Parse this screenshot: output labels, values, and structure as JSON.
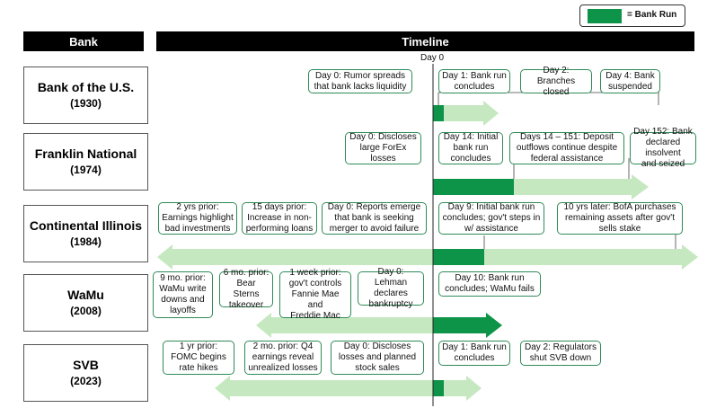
{
  "legend": {
    "label": "= Bank Run",
    "color": "#0e9448"
  },
  "headers": {
    "bank": "Bank",
    "timeline": "Timeline"
  },
  "axis": {
    "day0_label": "Day 0"
  },
  "colors": {
    "run": "#0e9448",
    "light": "#c6e8c0",
    "border": "#2e8b57"
  },
  "rows": [
    {
      "name": "Bank of the U.S.",
      "year": "(1930)",
      "events": [
        "Day 0: Rumor spreads\nthat bank lacks liquidity",
        "Day 1: Bank run\nconcludes",
        "Day 2: Branches\nclosed",
        "Day 4: Bank\nsuspended"
      ]
    },
    {
      "name": "Franklin National",
      "year": "(1974)",
      "events": [
        "Day 0: Discloses\nlarge ForEx\nlosses",
        "Day 14: Initial\nbank run\nconcludes",
        "Days 14 – 151: Deposit\noutflows continue despite\nfederal assistance",
        "Day 152: Bank\ndeclared insolvent\nand seized"
      ]
    },
    {
      "name": "Continental Illinois",
      "year": "(1984)",
      "events": [
        "2 yrs prior:\nEarnings highlight\nbad investments",
        "15 days prior:\nIncrease in non-\nperforming loans",
        "Day 0: Reports emerge\nthat bank is seeking\nmerger to avoid failure",
        "Day 9: Initial bank run\nconcludes; gov't steps in\nw/ assistance",
        "10 yrs later: BofA purchases\nremaining assets after gov't\nsells stake"
      ]
    },
    {
      "name": "WaMu",
      "year": "(2008)",
      "events": [
        "9 mo. prior:\nWaMu write\ndowns and\nlayoffs",
        "6 mo. prior:\nBear Sterns\ntakeover",
        "1 week prior:\ngov't controls\nFannie Mae and\nFreddie Mac",
        "Day 0: Lehman\ndeclares\nbankruptcy",
        "Day 10: Bank run\nconcludes; WaMu fails"
      ]
    },
    {
      "name": "SVB",
      "year": "(2023)",
      "events": [
        "1 yr prior:\nFOMC begins\nrate hikes",
        "2 mo. prior: Q4\nearnings reveal\nunrealized losses",
        "Day 0: Discloses\nlosses and planned\nstock sales",
        "Day 1: Bank run\nconcludes",
        "Day 2: Regulators\nshut SVB down"
      ]
    }
  ]
}
